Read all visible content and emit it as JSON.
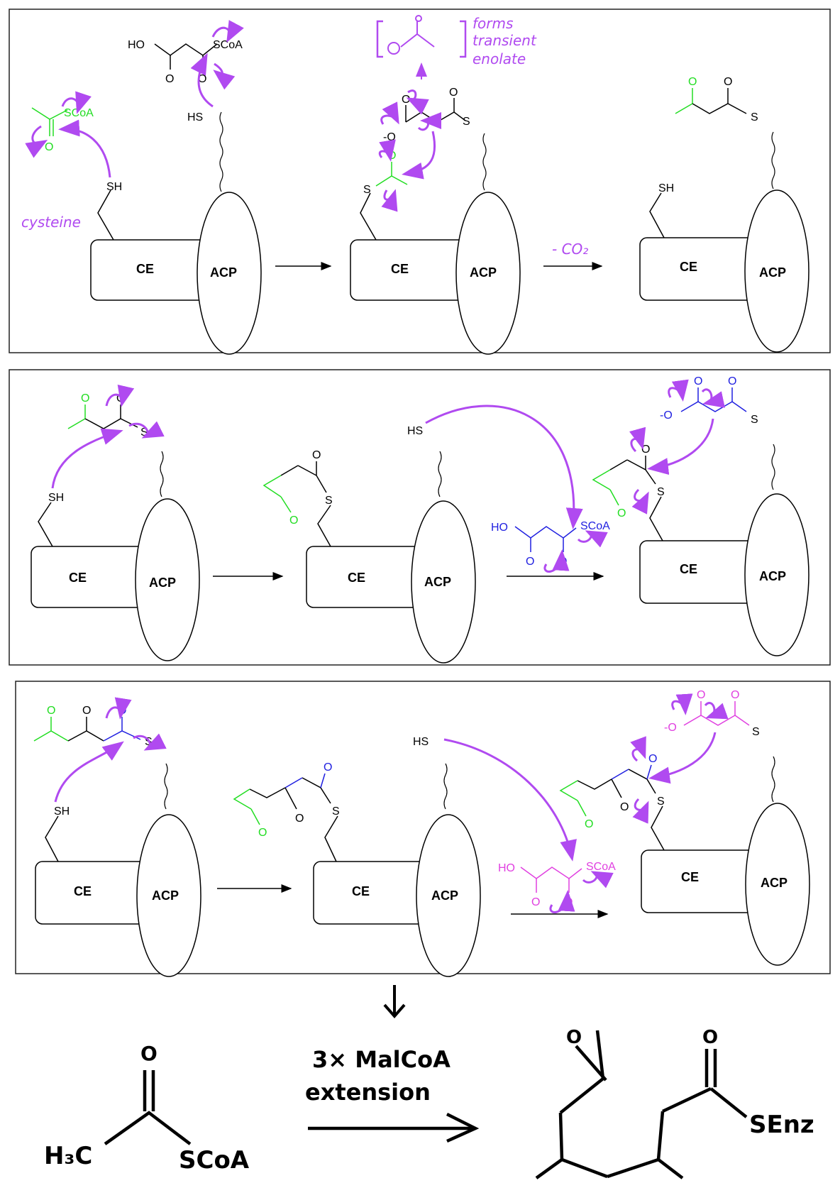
{
  "colors": {
    "black": "#000000",
    "acetyl": "#22dd22",
    "malonyl_1": "#1f1fe0",
    "malonyl_2": "#e040e0",
    "arrow": "#b04af0",
    "panel_border": "#222222"
  },
  "labels": {
    "ce": "CE",
    "acp": "ACP",
    "scoa": "SCoA",
    "sh": "SH",
    "hs": "HS",
    "s": "S",
    "o": "O",
    "o_minus": "-O",
    "ho": "HO"
  },
  "annotations": {
    "enolate_note_l1": "forms",
    "enolate_note_l2": "transient",
    "enolate_note_l3": "enolate",
    "cysteine": "cysteine",
    "minus_co2": "- CO₂"
  },
  "summary": {
    "start_h3c": "H₃C",
    "start_o": "O",
    "start_scoa": "SCoA",
    "reaction_l1": "3× MalCoA",
    "reaction_l2": "extension",
    "product_senz": "SEnz",
    "product_o": "O"
  }
}
